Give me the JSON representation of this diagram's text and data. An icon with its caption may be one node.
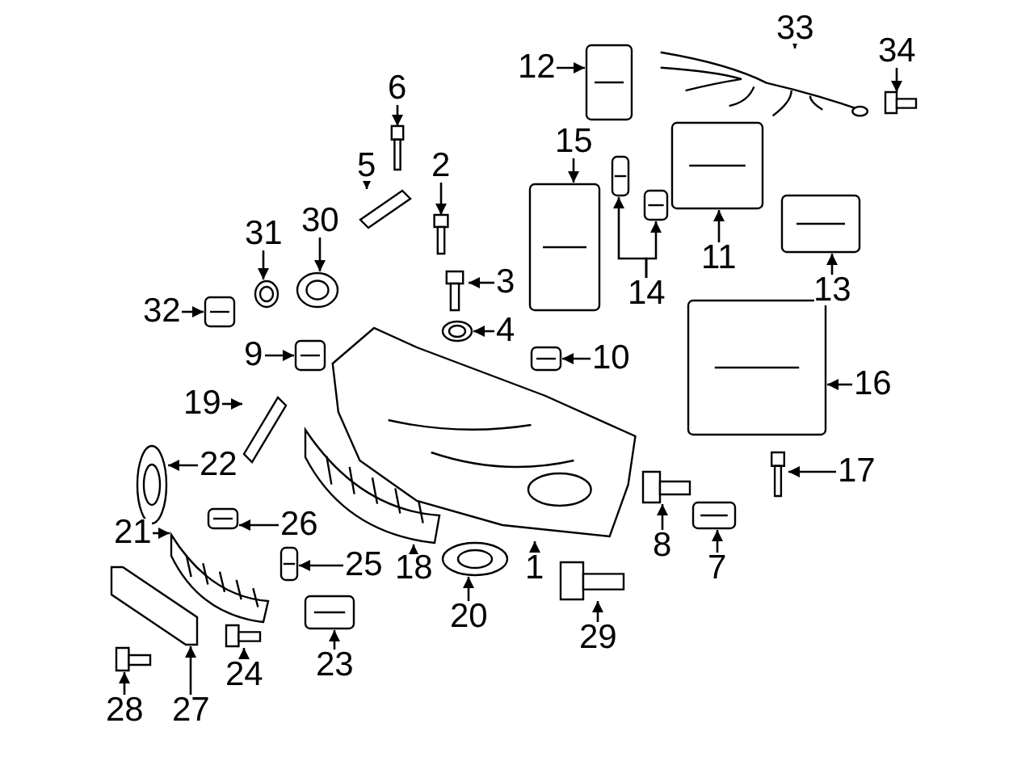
{
  "diagram": {
    "nodes": [
      {
        "text": [
          "1"
        ]
      },
      {
        "text": [
          "2"
        ]
      },
      {
        "text": [
          "3"
        ]
      },
      {
        "text": [
          "4"
        ]
      },
      {
        "text": [
          "5"
        ]
      },
      {
        "text": [
          "6"
        ]
      },
      {
        "text": [
          "7"
        ]
      },
      {
        "text": [
          "8"
        ]
      },
      {
        "text": [
          "9"
        ]
      },
      {
        "text": [
          "10"
        ]
      },
      {
        "text": [
          "11"
        ]
      },
      {
        "text": [
          "12"
        ]
      },
      {
        "text": [
          "13"
        ]
      },
      {
        "text": [
          "14"
        ]
      },
      {
        "text": [
          "15"
        ]
      },
      {
        "text": [
          "16"
        ]
      },
      {
        "text": [
          "17"
        ]
      },
      {
        "text": [
          "18"
        ]
      },
      {
        "text": [
          "19"
        ]
      },
      {
        "text": [
          "20"
        ]
      },
      {
        "text": [
          "21"
        ]
      },
      {
        "text": [
          "22"
        ]
      },
      {
        "text": [
          "23"
        ]
      },
      {
        "text": [
          "24"
        ]
      },
      {
        "text": [
          "25"
        ]
      },
      {
        "text": [
          "26"
        ]
      },
      {
        "text": [
          "27"
        ]
      },
      {
        "text": [
          "28"
        ]
      },
      {
        "text": [
          "29"
        ]
      },
      {
        "text": [
          "30"
        ]
      },
      {
        "text": [
          "31"
        ]
      },
      {
        "text": [
          "32"
        ]
      },
      {
        "text": [
          "33"
        ]
      },
      {
        "text": [
          "34"
        ]
      },
      {
        "text": [],
        "shape": "picture"
      },
      {
        "text": [],
        "shape": "picture"
      },
      {
        "text": [],
        "shape": "picture"
      },
      {
        "text": [],
        "shape": "picture"
      },
      {
        "text": [],
        "shape": "picture"
      },
      {
        "text": [],
        "shape": "picture"
      },
      {
        "text": [],
        "shape": "picture"
      },
      {
        "text": [],
        "shape": "picture"
      },
      {
        "text": [],
        "shape": "picture"
      },
      {
        "text": [],
        "shape": "picture"
      },
      {
        "text": [],
        "shape": "picture"
      },
      {
        "text": [],
        "shape": "picture"
      },
      {
        "text": [],
        "shape": "picture"
      },
      {
        "text": [],
        "shape": "picture"
      },
      {
        "text": [],
        "shape": "picture"
      },
      {
        "text": [],
        "shape": "picture"
      },
      {
        "text": [],
        "shape": "picture"
      },
      {
        "text": [],
        "shape": "picture"
      },
      {
        "text": [],
        "shape": "picture"
      },
      {
        "text": [],
        "shape": "picture"
      },
      {
        "text": [],
        "shape": "picture"
      },
      {
        "text": [],
        "shape": "picture"
      },
      {
        "text": [],
        "shape": "picture"
      },
      {
        "text": [],
        "shape": "picture"
      },
      {
        "text": [],
        "shape": "picture"
      },
      {
        "text": [],
        "shape": "picture"
      },
      {
        "text": [],
        "shape": "picture"
      },
      {
        "text": [],
        "shape": "picture"
      },
      {
        "text": [],
        "shape": "picture"
      },
      {
        "text": [],
        "shape": "picture"
      },
      {
        "text": [],
        "shape": "picture"
      },
      {
        "text": [],
        "shape": "picture"
      },
      {
        "text": [],
        "shape": "picture"
      },
      {
        "text": [],
        "shape": "picture"
      },
      {
        "text": [],
        "shape": "picture"
      }
    ],
    "edges": [
      {
        "from": 0,
        "to": 34,
        "arrow": "to"
      },
      {
        "from": 1,
        "to": 35,
        "arrow": "to"
      },
      {
        "from": 2,
        "to": 36,
        "arrow": "to"
      },
      {
        "from": 3,
        "to": 37,
        "arrow": "to"
      },
      {
        "from": 4,
        "to": 38,
        "arrow": "to"
      },
      {
        "from": 5,
        "to": 39,
        "arrow": "to"
      },
      {
        "from": 6,
        "to": 40,
        "arrow": "to"
      },
      {
        "from": 7,
        "to": 41,
        "arrow": "to"
      },
      {
        "from": 8,
        "to": 42,
        "arrow": "to"
      },
      {
        "from": 9,
        "to": 43,
        "arrow": "to"
      },
      {
        "from": 10,
        "to": 44,
        "arrow": "to"
      },
      {
        "from": 11,
        "to": 45,
        "arrow": "to"
      },
      {
        "from": 12,
        "to": 46,
        "arrow": "to"
      },
      {
        "from": 13,
        "to": 47,
        "arrow": "to"
      },
      {
        "from": 14,
        "to": 48,
        "arrow": "to"
      },
      {
        "from": 15,
        "to": 49,
        "arrow": "to"
      },
      {
        "from": 16,
        "to": 50,
        "arrow": "to"
      },
      {
        "from": 17,
        "to": 51,
        "arrow": "to"
      },
      {
        "from": 18,
        "to": 52,
        "arrow": "to"
      },
      {
        "from": 19,
        "to": 53,
        "arrow": "to"
      },
      {
        "from": 20,
        "to": 54,
        "arrow": "to"
      },
      {
        "from": 21,
        "to": 55,
        "arrow": "to"
      },
      {
        "from": 22,
        "to": 56,
        "arrow": "to"
      },
      {
        "from": 23,
        "to": 57,
        "arrow": "to"
      },
      {
        "from": 24,
        "to": 58,
        "arrow": "to"
      },
      {
        "from": 25,
        "to": 59,
        "arrow": "to"
      },
      {
        "from": 26,
        "to": 60,
        "arrow": "to"
      },
      {
        "from": 27,
        "to": 61,
        "arrow": "to"
      },
      {
        "from": 28,
        "to": 62,
        "arrow": "to"
      },
      {
        "from": 29,
        "to": 63,
        "arrow": "to"
      },
      {
        "from": 30,
        "to": 64,
        "arrow": "to"
      },
      {
        "from": 31,
        "to": 65,
        "arrow": "to"
      },
      {
        "from": 32,
        "to": 66,
        "arrow": "to"
      },
      {
        "from": 33,
        "to": 67,
        "arrow": "to"
      },
      {
        "from": 13,
        "to": 68,
        "arrow": "to"
      }
    ]
  }
}
